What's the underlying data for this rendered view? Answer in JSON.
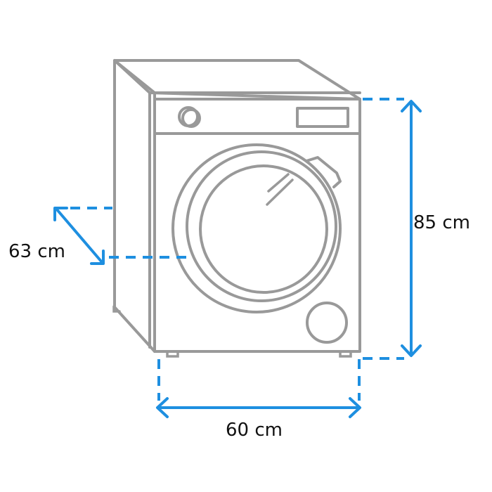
{
  "diagram": {
    "subject": "washing machine dimensions",
    "colors": {
      "outline": "#999999",
      "dimension": "#1e8fe0",
      "text": "#111111",
      "background": "#ffffff"
    },
    "dimensions": {
      "depth": {
        "label": "63 cm",
        "value": 63,
        "unit": "cm"
      },
      "height": {
        "label": "85 cm",
        "value": 85,
        "unit": "cm"
      },
      "width": {
        "label": "60 cm",
        "value": 60,
        "unit": "cm"
      }
    },
    "parts": [
      "cabinet",
      "control-panel",
      "program-knob",
      "display-panel",
      "door",
      "door-handle",
      "filter-cap",
      "feet"
    ]
  }
}
